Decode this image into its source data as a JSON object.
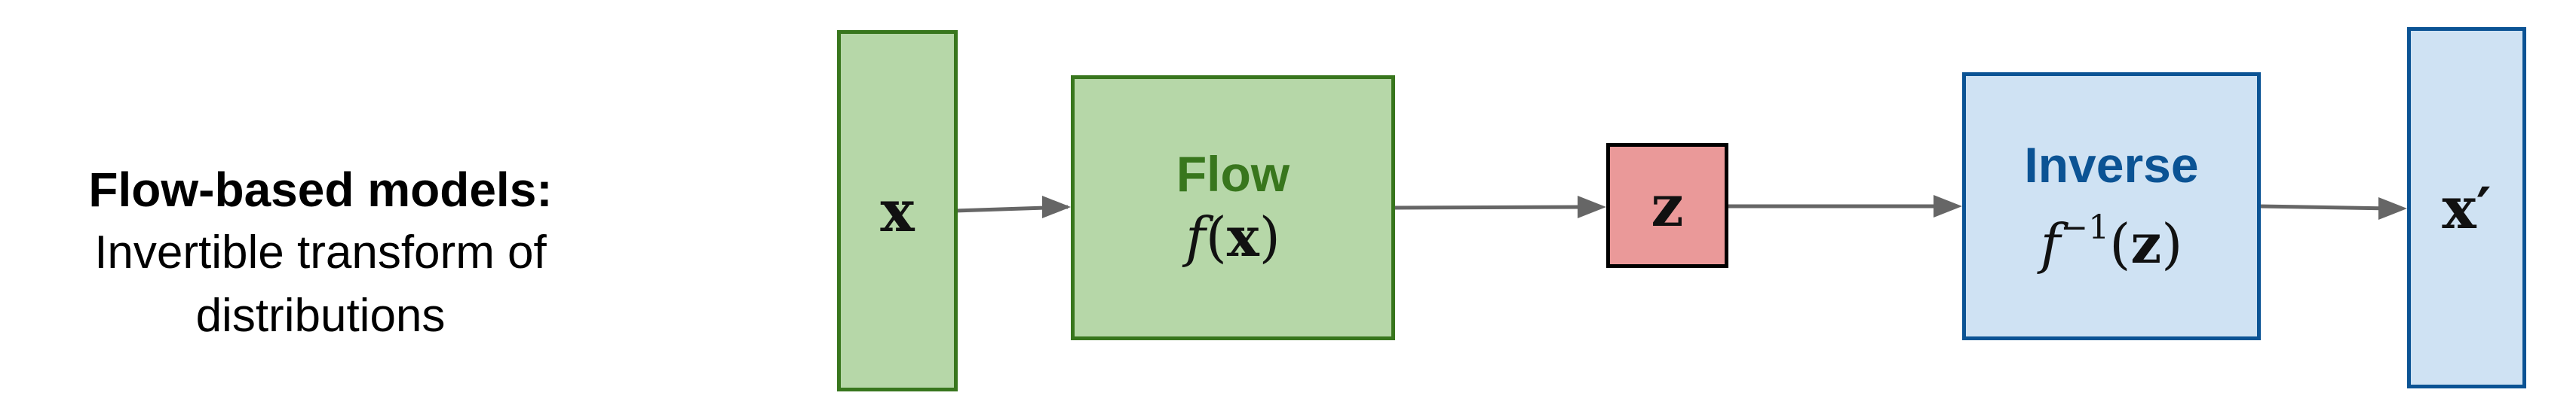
{
  "caption": {
    "title": "Flow-based models:",
    "line1": "Invertible transform of",
    "line2": "distributions"
  },
  "nodes": {
    "x": {
      "symbol": "x"
    },
    "flow": {
      "label": "Flow",
      "func": "f",
      "arg": "x"
    },
    "z": {
      "symbol": "z"
    },
    "inverse": {
      "label": "Inverse",
      "func": "f",
      "exp": "−1",
      "arg": "z"
    },
    "x_prime": {
      "symbol": "x",
      "prime": "′"
    }
  },
  "colors": {
    "green_fill": "#b6d7a8",
    "green_border": "#38761d",
    "red_fill": "#ea9999",
    "blue_fill": "#cfe2f3",
    "blue_border": "#0b5394",
    "arrow": "#666666"
  }
}
